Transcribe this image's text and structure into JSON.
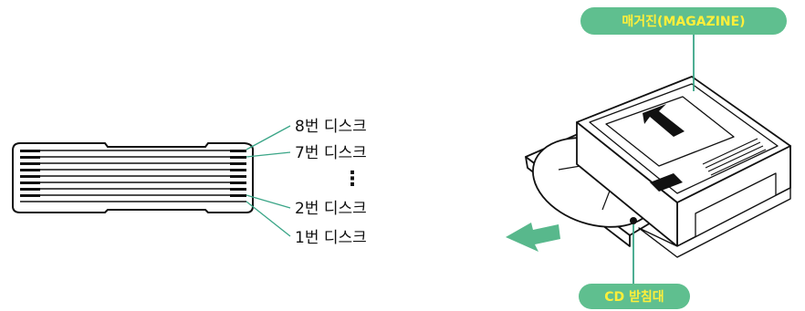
{
  "magazine_stack": {
    "labels": [
      "8번 디스크",
      "7번 디스크",
      "2번 디스크",
      "1번 디스크"
    ],
    "ellipsis": "⋮"
  },
  "callouts": {
    "magazine": "매거진(MAGAZINE)",
    "cd_tray": "CD 받침대"
  },
  "colors": {
    "callout_fill": "#5fbf8f",
    "callout_text": "#ffef3a",
    "leader_line": "#3aa587",
    "arrow_fill": "#58b88c",
    "line": "#111111"
  }
}
